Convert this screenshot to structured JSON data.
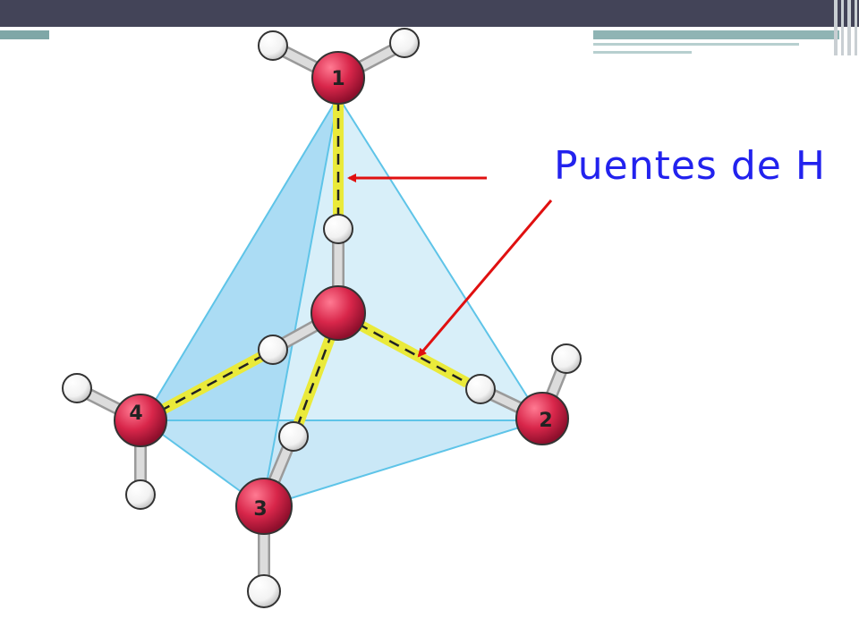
{
  "diagram": {
    "annotation": "Puentes de H",
    "atom_labels": [
      "1",
      "2",
      "3",
      "4"
    ],
    "colors": {
      "oxygen": "#d8264a",
      "hydrogen": "#ffffff",
      "bond_gray": "#c8c8c8",
      "hydrogen_bond": "#eaea3a",
      "arrow": "#e01010",
      "text": "#2222ee",
      "tetrahedron_fill": "#a7d9f2",
      "tetrahedron_edge": "#5ec4e8"
    }
  }
}
